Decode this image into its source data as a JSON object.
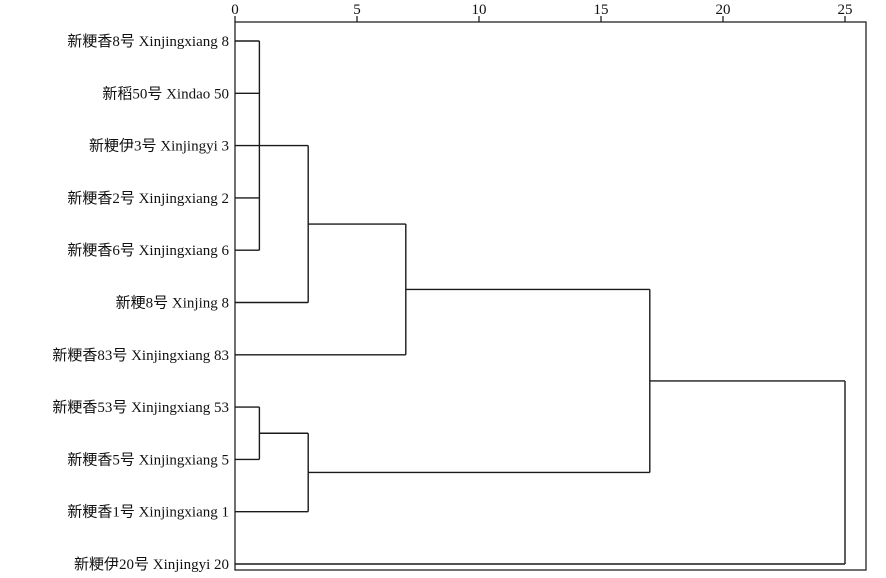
{
  "chart_data": {
    "type": "dendrogram",
    "x_axis": {
      "range": [
        0,
        25
      ],
      "ticks": [
        0,
        5,
        10,
        15,
        20,
        25
      ],
      "position": "top"
    },
    "leaves": [
      "新粳香8号 Xinjingxiang 8",
      "新稻50号 Xindao 50",
      "新粳伊3号 Xinjingyi 3",
      "新粳香2号 Xinjingxiang 2",
      "新粳香6号 Xinjingxiang 6",
      "新粳8号 Xinjing 8",
      "新粳香83号 Xinjingxiang 83",
      "新粳香53号 Xinjingxiang 53",
      "新粳香5号 Xinjingxiang 5",
      "新粳香1号  Xinjingxiang 1",
      "新粳伊20号  Xinjingyi 20"
    ],
    "merges": [
      {
        "id": "c1",
        "children": [
          0,
          1,
          2,
          3,
          4
        ],
        "height": 1
      },
      {
        "id": "c2",
        "children": [
          "c1",
          5
        ],
        "height": 3
      },
      {
        "id": "c3",
        "children": [
          "c2",
          6
        ],
        "height": 7
      },
      {
        "id": "c4",
        "children": [
          7,
          8
        ],
        "height": 1
      },
      {
        "id": "c5",
        "children": [
          "c4",
          9
        ],
        "height": 3
      },
      {
        "id": "c6",
        "children": [
          "c3",
          "c5"
        ],
        "height": 17
      },
      {
        "id": "c7",
        "children": [
          "c6",
          10
        ],
        "height": 25
      }
    ]
  }
}
